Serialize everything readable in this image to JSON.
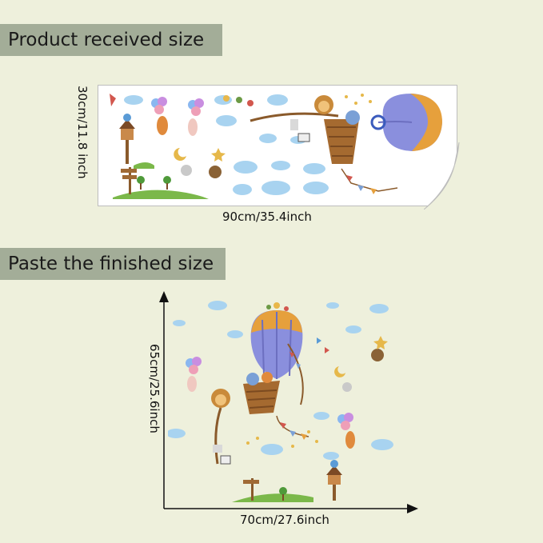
{
  "top_section": {
    "banner_text": "Product received size",
    "height_label": "30cm/11.8 inch",
    "width_label": "90cm/35.4inch"
  },
  "bottom_section": {
    "banner_text": "Paste the finished size",
    "height_label": "65cm/25.6inch",
    "width_label": "70cm/27.6inch"
  },
  "colors": {
    "background": "#eef0dc",
    "banner": "#a3ad98",
    "balloon_stripe_blue": "#8a8fdd",
    "balloon_top_orange": "#e6a03c",
    "basket_brown": "#a56a30",
    "cloud_blue": "#a8d3f0",
    "grass_green": "#7bb84a"
  }
}
